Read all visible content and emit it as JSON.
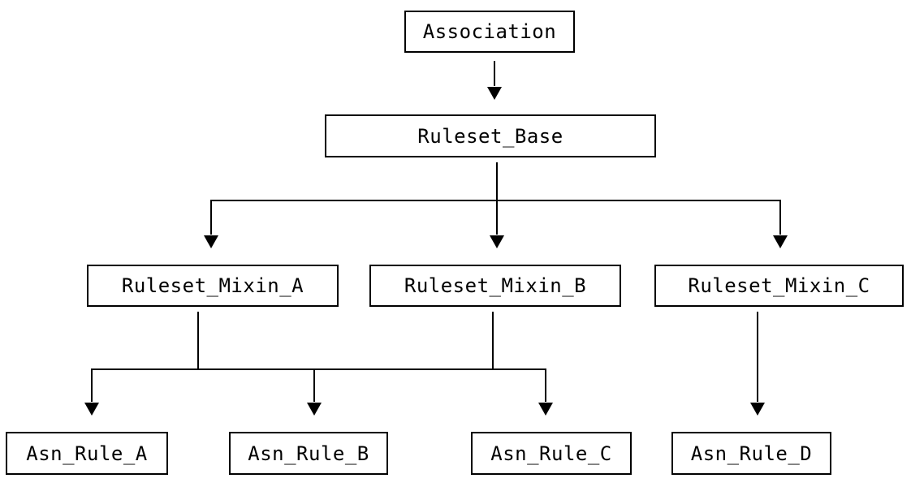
{
  "diagram": {
    "type": "inheritance-tree",
    "background_color": "#ffffff",
    "line_color": "#000000",
    "box_border_color": "#000000",
    "box_fill_color": "#ffffff",
    "text_color": "#000000",
    "arrow_style": "filled-triangle-down",
    "nodes": [
      {
        "id": "association",
        "label": "Association",
        "level": 0
      },
      {
        "id": "ruleset_base",
        "label": "Ruleset_Base",
        "level": 1
      },
      {
        "id": "ruleset_mixin_a",
        "label": "Ruleset_Mixin_A",
        "level": 2
      },
      {
        "id": "ruleset_mixin_b",
        "label": "Ruleset_Mixin_B",
        "level": 2
      },
      {
        "id": "ruleset_mixin_c",
        "label": "Ruleset_Mixin_C",
        "level": 2
      },
      {
        "id": "asn_rule_a",
        "label": "Asn_Rule_A",
        "level": 3
      },
      {
        "id": "asn_rule_b",
        "label": "Asn_Rule_B",
        "level": 3
      },
      {
        "id": "asn_rule_c",
        "label": "Asn_Rule_C",
        "level": 3
      },
      {
        "id": "asn_rule_d",
        "label": "Asn_Rule_D",
        "level": 3
      }
    ],
    "edges": [
      {
        "from": [
          "Association"
        ],
        "to": [
          "Ruleset_Base"
        ]
      },
      {
        "from": [
          "Ruleset_Base"
        ],
        "to": [
          "Ruleset_Mixin_A",
          "Ruleset_Mixin_B",
          "Ruleset_Mixin_C"
        ]
      },
      {
        "from": [
          "Ruleset_Mixin_A",
          "Ruleset_Mixin_B"
        ],
        "to": [
          "Asn_Rule_A",
          "Asn_Rule_B",
          "Asn_Rule_C"
        ],
        "note": "shared horizontal rail"
      },
      {
        "from": [
          "Ruleset_Mixin_C"
        ],
        "to": [
          "Asn_Rule_D"
        ]
      }
    ]
  }
}
